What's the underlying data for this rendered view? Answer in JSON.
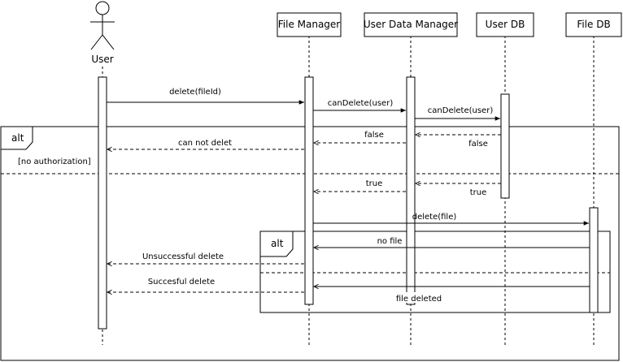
{
  "participants": {
    "user": "User",
    "file_manager": "File Manager",
    "user_data_manager": "User Data Manager",
    "user_db": "User DB",
    "file_db": "File DB"
  },
  "messages": {
    "m1": "delete(fileId)",
    "m2": "canDelete(user)",
    "m3": "canDelete(user)",
    "m4": "false",
    "m5": "false",
    "m6": "can not delet",
    "m7": "true",
    "m8": "true",
    "m9": "delete(file)",
    "m10": "no file",
    "m11": "Unsuccessful delete",
    "m12": "Succesful delete",
    "m13": "file deleted"
  },
  "fragments": {
    "outer_alt": "alt",
    "outer_guard": "[no authorization]",
    "inner_alt": "alt"
  }
}
